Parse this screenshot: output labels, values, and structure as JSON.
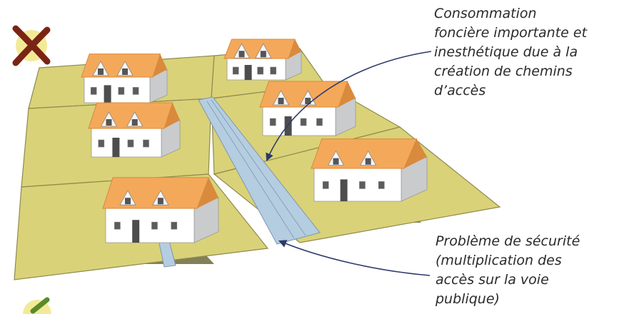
{
  "annotations": {
    "land_use": "Consommation\nfoncière importante et\ninesthétique due à la\ncréation de chemins\nd’accès",
    "safety": "Problème de sécurité\n(multiplication des\naccès sur la voie\npublique)"
  },
  "icons": {
    "bad_marker": "cross-mark",
    "good_marker": "check-mark"
  },
  "colors": {
    "lot": "#d9d278",
    "lot_edge": "#8f8a4e",
    "road": "#b5cde0",
    "road_edge": "#7d97ad",
    "shadow": "#6b6a3c",
    "wall": "#ffffff",
    "wall_side": "#c9cbcd",
    "roof": "#f4a85a",
    "roof_dark": "#d98a3c",
    "arrow": "#2b3a6b",
    "cross": "#7a2414",
    "marker_bg": "#f3ea98"
  }
}
